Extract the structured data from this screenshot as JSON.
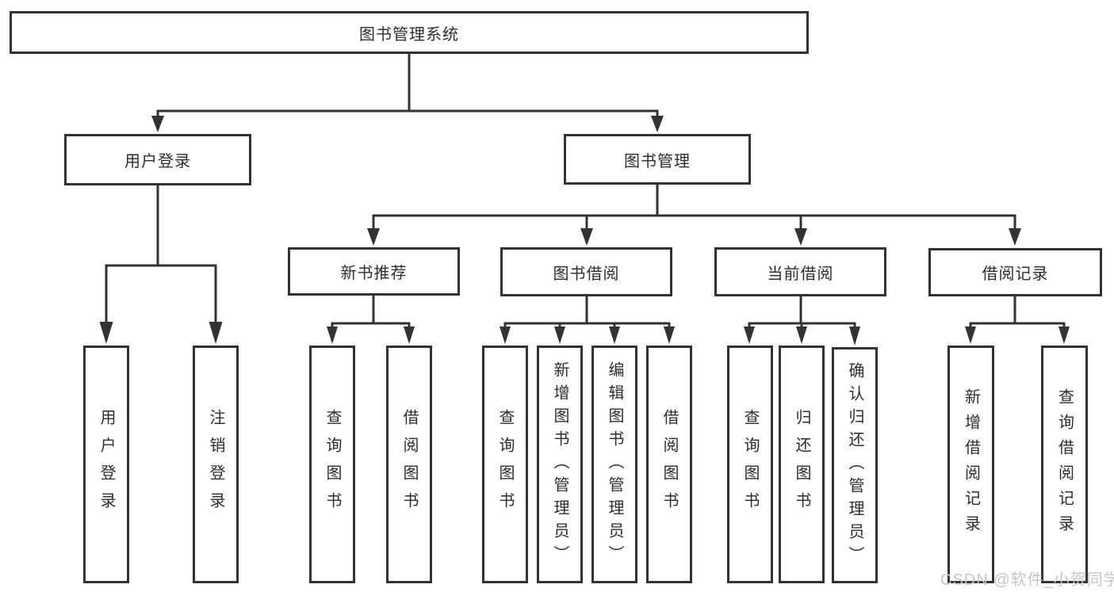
{
  "tree": {
    "root": {
      "label": "图书管理系统",
      "children": [
        {
          "label": "用户登录",
          "children": [
            {
              "label": "用户登录"
            },
            {
              "label": "注销登录"
            }
          ]
        },
        {
          "label": "图书管理",
          "children": [
            {
              "label": "新书推荐",
              "children": [
                {
                  "label": "查询图书"
                },
                {
                  "label": "借阅图书"
                }
              ]
            },
            {
              "label": "图书借阅",
              "children": [
                {
                  "label": "查询图书"
                },
                {
                  "label": "新增图书（管理员）"
                },
                {
                  "label": "编辑图书（管理员）"
                },
                {
                  "label": "借阅图书"
                }
              ]
            },
            {
              "label": "当前借阅",
              "children": [
                {
                  "label": "查询图书"
                },
                {
                  "label": "归还图书"
                },
                {
                  "label": "确认归还（管理员）"
                }
              ]
            },
            {
              "label": "借阅记录",
              "children": [
                {
                  "label": "新增借阅记录"
                },
                {
                  "label": "查询借阅记录"
                }
              ]
            }
          ]
        }
      ]
    }
  },
  "watermark": {
    "text": "CSDN @软件_小贺同学",
    "color": "#c6c6c6"
  },
  "colors": {
    "line": "#333333",
    "text": "#2d2d2d",
    "background": "#ffffff"
  }
}
